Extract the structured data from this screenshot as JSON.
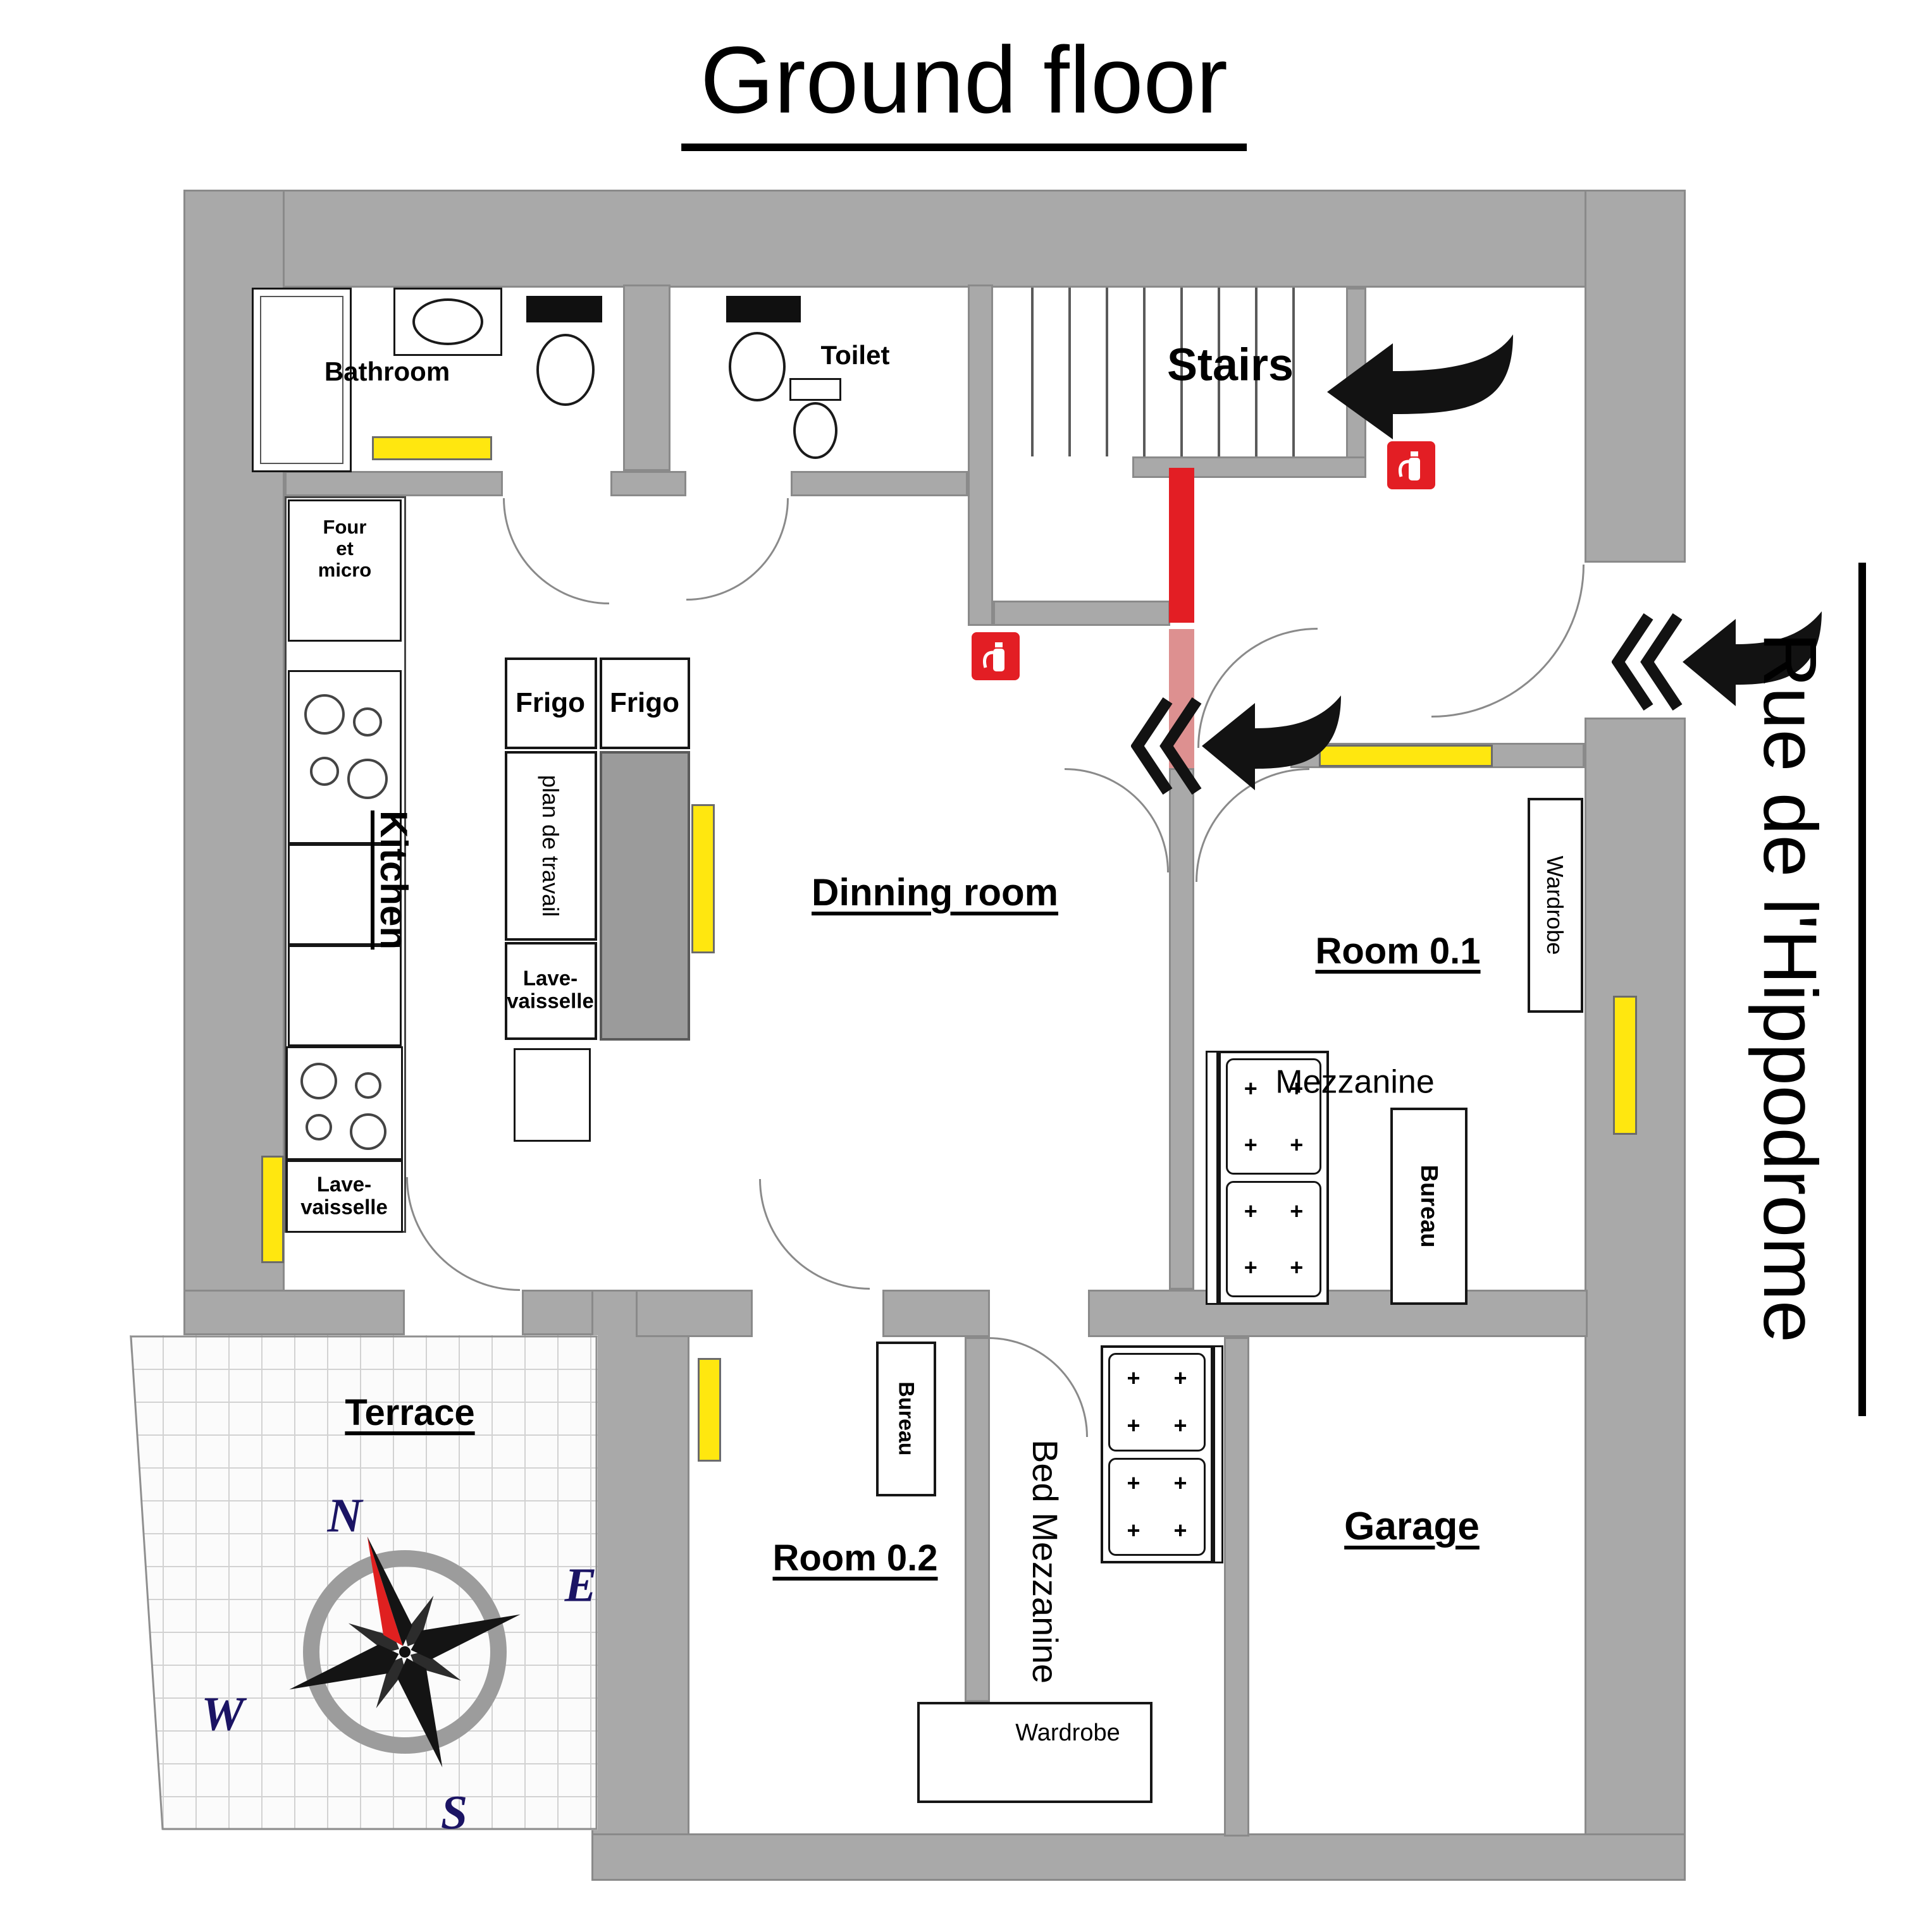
{
  "labels": {
    "title": "Ground floor",
    "street": "Rue de l'Hippodrome",
    "bathroom": "Bathroom",
    "toilet": "Toilet",
    "stairs": "Stairs",
    "kitchen": "Kitchen",
    "dining_room": "Dinning room",
    "room_0_1": "Room 0.1",
    "mezzanine": "Mezzanine",
    "room_0_2": "Room 0.2",
    "garage": "Garage",
    "terrace": "Terrace",
    "bed_mezzanine": "Bed Mezzanine",
    "wardrobe_room_0_1": "Wardrobe",
    "wardrobe_bed_mezzanine": "Wardrobe",
    "bureau_room_0_1": "Bureau",
    "bureau_room_0_2": "Bureau",
    "frigo_left": "Frigo",
    "frigo_right": "Frigo",
    "plan_de_travail": "plan de travail",
    "lave_vaisselle_island": "Lave-\nvaisselle",
    "lave_vaisselle_wall": "Lave-\nvaisselle",
    "four_et_micro": "Four\net\nmicro"
  },
  "compass": {
    "north": "N",
    "east": "E",
    "south": "S",
    "west": "W"
  },
  "icons": {
    "fire_extinguisher": "fire-extinguisher",
    "entrance_arrow": "curved-left-arrow",
    "double_chevron": "double-chevron-left",
    "compass_rose": "compass-rose",
    "stair_treads": "stair-treads"
  },
  "colors": {
    "wall": "#a9a9a9",
    "wall_edge": "#8a8a8a",
    "radiator": "#ffe70f",
    "alarm_red": "#e31e24",
    "door_pink": "#dd9090",
    "arrow": "#121212",
    "compass_letter": "#1b1464",
    "counter_gray": "#9b9b9b"
  }
}
